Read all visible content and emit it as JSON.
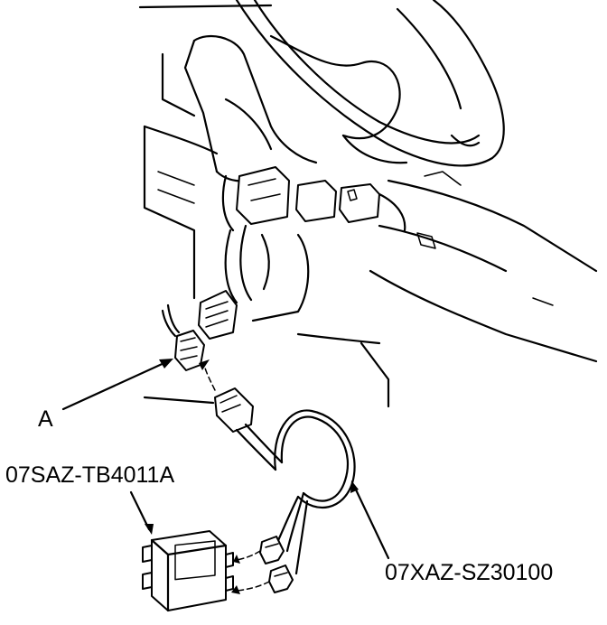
{
  "labels": {
    "connector": "A",
    "tester_box": "07SAZ-TB4011A",
    "harness": "07XAZ-SZ30100"
  }
}
